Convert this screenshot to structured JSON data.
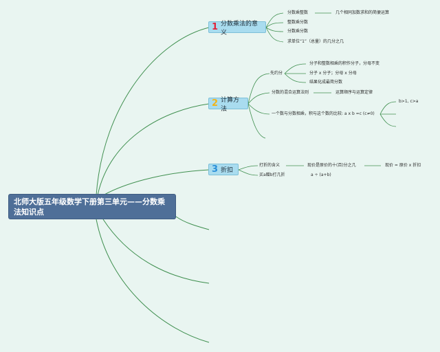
{
  "root": {
    "title": "北师大版五年级数学下册第三单元——分数乘法知识点"
  },
  "topics": [
    {
      "num": "1",
      "label": "分数乘法的意义",
      "num_color": "#e0243a"
    },
    {
      "num": "2",
      "label": "计算方法",
      "num_color": "#f2b418"
    },
    {
      "num": "3",
      "label": "折扣",
      "num_color": "#2a8fd8"
    }
  ],
  "leaves": {
    "t1": {
      "a": "分数乘整数",
      "a_detail": "几个相同加数求和的简便运算",
      "b": "整数乘分数",
      "c": "分数乘分数",
      "d": "求单位“1”（总量）的几分之几"
    },
    "t2": {
      "first_reduce": "先约分",
      "r1": "分子和整数相乘的积作分子，分母不变",
      "r2": "分子 x 分子；分母 x 分母",
      "r3": "结果化成最简分数",
      "mixed": "分数的混合运算法则",
      "mixed_detail": "运算顺序与运算定律",
      "compare": "一个数与分数相乘，积与这个数的比较: a x b =c (c≠0)",
      "compare_detail": "b>1, c>a"
    },
    "t3": {
      "meaning": "打折的含义",
      "meaning_detail": "现价是原价的十(百)分之几",
      "formula": "现价 = 原价 x 折扣",
      "buy": "买a赠b打几折",
      "buy_detail": "a ÷ (a+b)"
    }
  }
}
